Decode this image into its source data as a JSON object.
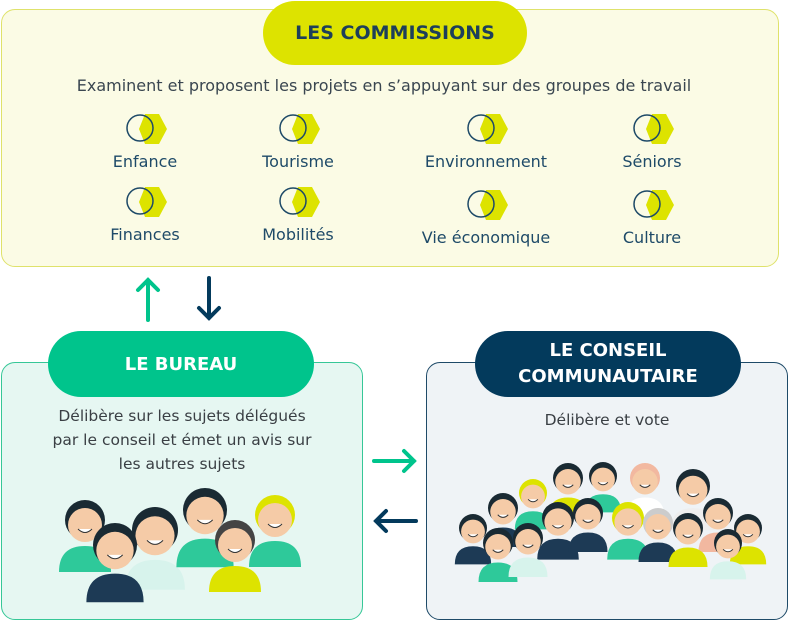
{
  "commissions": {
    "title": "LES COMMISSIONS",
    "description": "Examinent et proposent les projets en s’appuyant sur des groupes de travail",
    "items": [
      {
        "label": "Enfance",
        "icon": "baby-face-icon"
      },
      {
        "label": "Tourisme",
        "icon": "camera-icon"
      },
      {
        "label": "Environnement",
        "icon": "plant-hand-icon"
      },
      {
        "label": "Séniors",
        "icon": "senior-face-icon"
      },
      {
        "label": "Finances",
        "icon": "euro-coin-icon"
      },
      {
        "label": "Mobilités",
        "icon": "map-pin-network-icon"
      },
      {
        "label": "Vie économique",
        "icon": "bar-chart-icon"
      },
      {
        "label": "Culture",
        "icon": "theatre-mask-icon"
      }
    ]
  },
  "bureau": {
    "title": "LE BUREAU",
    "description_lines": [
      "Délibère sur les sujets délégués",
      "par le conseil et émet un avis sur",
      "les autres sujets"
    ]
  },
  "conseil": {
    "title_lines": [
      "LE CONSEIL",
      "COMMUNAUTAIRE"
    ],
    "description": "Délibère et vote"
  },
  "colors": {
    "yellow": "#dde300",
    "green": "#00c48c",
    "navy": "#033a5c"
  }
}
